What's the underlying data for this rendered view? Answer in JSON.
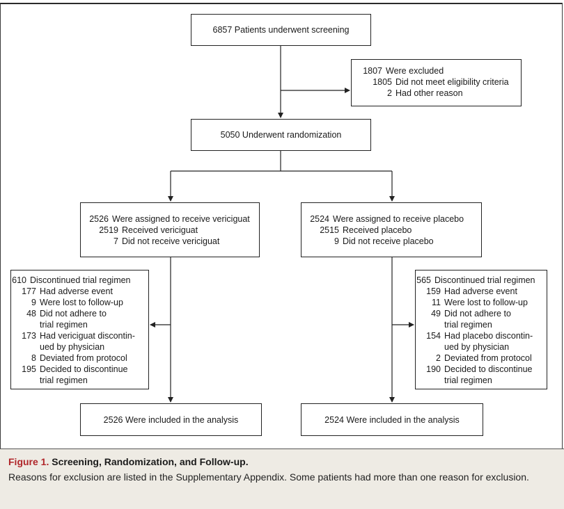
{
  "screening": "6857 Patients underwent screening",
  "excluded": {
    "rows": [
      {
        "num": "1807",
        "text": "Were excluded"
      },
      {
        "num": "1805",
        "text": "Did not meet eligibility criteria"
      },
      {
        "num": "2",
        "text": "Had other reason"
      }
    ]
  },
  "randomization": "5050 Underwent randomization",
  "vericiguat_assigned": {
    "rows": [
      {
        "num": "2526",
        "text": "Were assigned to receive vericiguat"
      },
      {
        "num": "2519",
        "text": "Received vericiguat"
      },
      {
        "num": "7",
        "text": "Did not receive vericiguat"
      }
    ]
  },
  "placebo_assigned": {
    "rows": [
      {
        "num": "2524",
        "text": "Were assigned to receive placebo"
      },
      {
        "num": "2515",
        "text": "Received placebo"
      },
      {
        "num": "9",
        "text": "Did not receive placebo"
      }
    ]
  },
  "vericiguat_discontinued": {
    "rows": [
      {
        "num": "610",
        "text": "Discontinued trial regimen"
      },
      {
        "num": "177",
        "text": "Had adverse event"
      },
      {
        "num": "9",
        "text": "Were lost to follow-up"
      },
      {
        "num": "48",
        "text": "Did not adhere to"
      },
      {
        "num": "",
        "text": "trial regimen"
      },
      {
        "num": "173",
        "text": "Had vericiguat discontin-"
      },
      {
        "num": "",
        "text": "ued by physician"
      },
      {
        "num": "8",
        "text": "Deviated from protocol"
      },
      {
        "num": "195",
        "text": "Decided to discontinue"
      },
      {
        "num": "",
        "text": "trial regimen"
      }
    ]
  },
  "placebo_discontinued": {
    "rows": [
      {
        "num": "565",
        "text": "Discontinued trial regimen"
      },
      {
        "num": "159",
        "text": "Had adverse event"
      },
      {
        "num": "11",
        "text": "Were lost to follow-up"
      },
      {
        "num": "49",
        "text": "Did not adhere to"
      },
      {
        "num": "",
        "text": "trial regimen"
      },
      {
        "num": "154",
        "text": "Had placebo discontin-"
      },
      {
        "num": "",
        "text": "ued by physician"
      },
      {
        "num": "2",
        "text": "Deviated from protocol"
      },
      {
        "num": "190",
        "text": "Decided to discontinue"
      },
      {
        "num": "",
        "text": "trial regimen"
      }
    ]
  },
  "vericiguat_analysis": "2526 Were included in the analysis",
  "placebo_analysis": "2524 Were included in the analysis",
  "caption": {
    "figure_label": "Figure 1.",
    "heading": "Screening, Randomization, and Follow-up.",
    "body": "Reasons for exclusion are listed in the Supplementary Appendix. Some patients had more than one reason for exclusion.",
    "figure_label_color": "#b0262a",
    "background_color": "#eeebe4"
  }
}
